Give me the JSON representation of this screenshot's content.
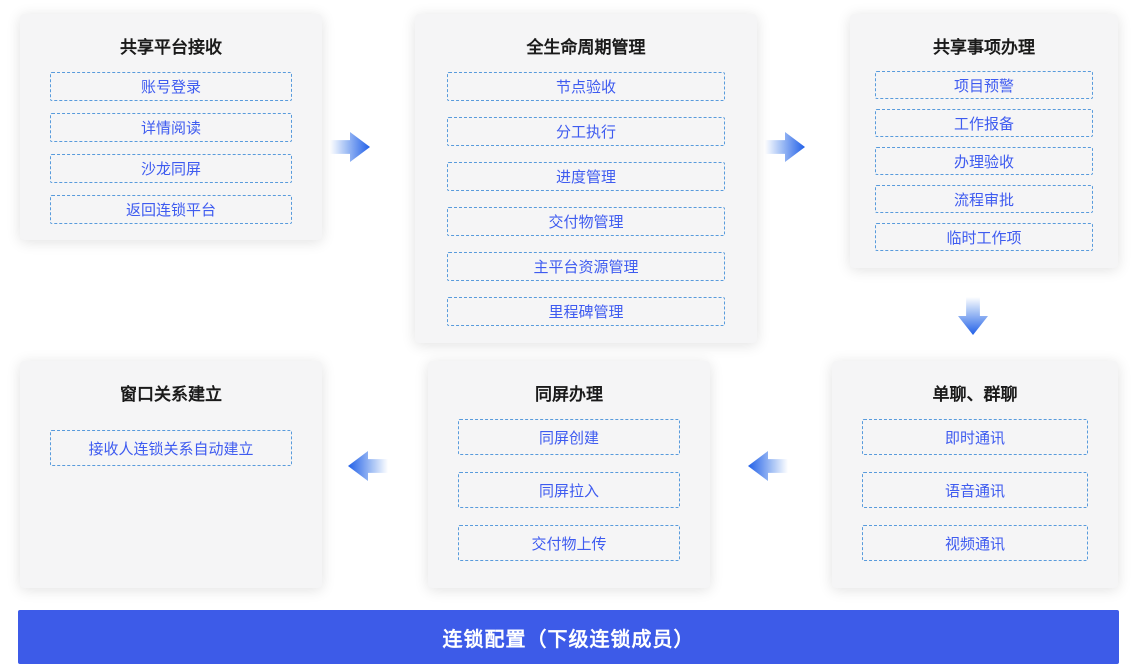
{
  "colors": {
    "page_bg": "#ffffff",
    "panel_bg": "#f5f5f6",
    "item_border": "#589bdc",
    "item_text": "#3e5bf0",
    "title_text": "#1a1a1a",
    "arrow_blue": "#2160e8",
    "footer_bg": "#3d5be8",
    "footer_text": "#ffffff"
  },
  "panels": [
    {
      "id": "share-platform-receive",
      "title": "共享平台接收",
      "items": [
        "账号登录",
        "详情阅读",
        "沙龙同屏",
        "返回连锁平台"
      ]
    },
    {
      "id": "full-lifecycle-management",
      "title": "全生命周期管理",
      "items": [
        "节点验收",
        "分工执行",
        "进度管理",
        "交付物管理",
        "主平台资源管理",
        "里程碑管理"
      ]
    },
    {
      "id": "shared-matters-handling",
      "title": "共享事项办理",
      "items": [
        "项目预警",
        "工作报备",
        "办理验收",
        "流程审批",
        "临时工作项"
      ]
    },
    {
      "id": "window-relationship-setup",
      "title": "窗口关系建立",
      "items": [
        "接收人连锁关系自动建立"
      ]
    },
    {
      "id": "same-screen-handling",
      "title": "同屏办理",
      "items": [
        "同屏创建",
        "同屏拉入",
        "交付物上传"
      ]
    },
    {
      "id": "single-group-chat",
      "title": "单聊、群聊",
      "items": [
        "即时通讯",
        "语音通讯",
        "视频通讯"
      ]
    }
  ],
  "footer": {
    "label": "连锁配置（下级连锁成员）"
  }
}
